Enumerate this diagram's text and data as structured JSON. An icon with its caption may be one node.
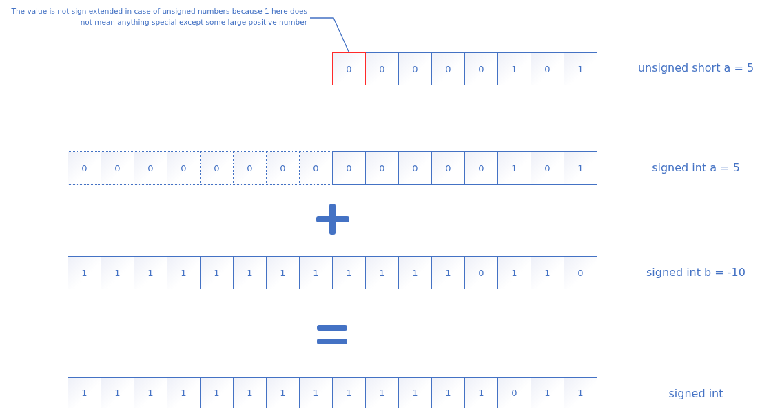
{
  "diagram": {
    "nodes": [
      {
        "text": [
          "The value is not sign extended in case of unsigned numbers because 1 here does not mean anything special except some large positive number"
        ]
      },
      {
        "text": [
          "0"
        ]
      },
      {
        "text": [
          "0"
        ]
      },
      {
        "text": [
          "0"
        ]
      },
      {
        "text": [
          "0"
        ]
      },
      {
        "text": [
          "0"
        ]
      },
      {
        "text": [
          "1"
        ]
      },
      {
        "text": [
          "0"
        ]
      },
      {
        "text": [
          "1"
        ]
      },
      {
        "text": [
          "0"
        ]
      },
      {
        "text": [
          "0"
        ]
      },
      {
        "text": [
          "0"
        ]
      },
      {
        "text": [
          "0"
        ]
      },
      {
        "text": [
          "0"
        ]
      },
      {
        "text": [
          "0"
        ]
      },
      {
        "text": [
          "0"
        ]
      },
      {
        "text": [
          "0"
        ]
      },
      {
        "text": [
          "0"
        ]
      },
      {
        "text": [
          "0"
        ]
      },
      {
        "text": [
          "0"
        ]
      },
      {
        "text": [
          "0"
        ]
      },
      {
        "text": [
          "0"
        ]
      },
      {
        "text": [
          "1"
        ]
      },
      {
        "text": [
          "0"
        ]
      },
      {
        "text": [
          "1"
        ]
      },
      {
        "text": [
          "1"
        ]
      },
      {
        "text": [
          "1"
        ]
      },
      {
        "text": [
          "1"
        ]
      },
      {
        "text": [
          "1"
        ]
      },
      {
        "text": [
          "1"
        ]
      },
      {
        "text": [
          "1"
        ]
      },
      {
        "text": [
          "1"
        ]
      },
      {
        "text": [
          "1"
        ]
      },
      {
        "text": [
          "1"
        ]
      },
      {
        "text": [
          "1"
        ]
      },
      {
        "text": [
          "1"
        ]
      },
      {
        "text": [
          "1"
        ]
      },
      {
        "text": [
          "0"
        ]
      },
      {
        "text": [
          "1"
        ]
      },
      {
        "text": [
          "1"
        ]
      },
      {
        "text": [
          "0"
        ]
      },
      {
        "text": [
          "1"
        ]
      },
      {
        "text": [
          "1"
        ]
      },
      {
        "text": [
          "1"
        ]
      },
      {
        "text": [
          "1"
        ]
      },
      {
        "text": [
          "1"
        ]
      },
      {
        "text": [
          "1"
        ]
      },
      {
        "text": [
          "1"
        ]
      },
      {
        "text": [
          "1"
        ]
      },
      {
        "text": [
          "1"
        ]
      },
      {
        "text": [
          "1"
        ]
      },
      {
        "text": [
          "1"
        ]
      },
      {
        "text": [
          "1"
        ]
      },
      {
        "text": [
          "1"
        ]
      },
      {
        "text": [
          "0"
        ]
      },
      {
        "text": [
          "1"
        ]
      },
      {
        "text": [
          "1"
        ]
      }
    ],
    "edges": [
      {
        "from": 0,
        "to": 1,
        "arrow": "none"
      }
    ],
    "labels": [
      "unsigned short a = 5",
      "signed int a = 5",
      "signed int b = -10",
      "signed int"
    ]
  }
}
